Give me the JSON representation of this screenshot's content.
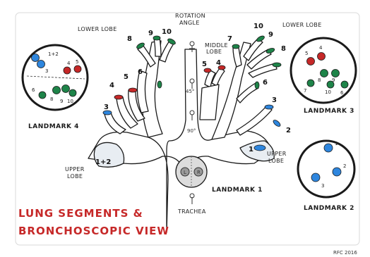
{
  "title": {
    "line1": "LUNG SEGMENTS &",
    "line2": "BRONCHOSCOPIC VIEW"
  },
  "labels": {
    "lower_lobe_left": "LOWER LOBE",
    "lower_lobe_right": "LOWER LOBE",
    "rotation": "ROTATION",
    "angle": "ANGLE",
    "middle": "MIDDLE",
    "lobe": "LOBE",
    "upper_left_1": "UPPER",
    "upper_left_2": "LOBE",
    "upper_right_1": "UPPER",
    "upper_right_2": "LOBE",
    "trachea": "TRACHEA",
    "deg45": "45°",
    "deg90": "90°",
    "signature": "RFC 2016"
  },
  "segments": {
    "s1": "1",
    "s2": "2",
    "s12": "1+2",
    "s3l": "3",
    "s4l": "4",
    "s5l": "5",
    "s6l": "6",
    "s8l": "8",
    "s9l": "9",
    "s10l": "10",
    "s3r": "3",
    "s4r": "4",
    "s5r": "5",
    "s6r": "6",
    "s7r": "7",
    "s8r": "8",
    "s9r": "9",
    "s10r": "10"
  },
  "trachea_labels": {
    "l": "L",
    "r": "R"
  },
  "landmarks": {
    "lm1": "LANDMARK 1",
    "lm2": "LANDMARK 2",
    "lm3": "LANDMARK 3",
    "lm4": "LANDMARK 4"
  },
  "circle4": {
    "a": "1+2",
    "b": "3",
    "c": "4",
    "d": "5",
    "e": "6",
    "f": "8",
    "g": "9",
    "h": "10"
  },
  "circle3": {
    "a": "5",
    "b": "4",
    "c": "7",
    "d": "8",
    "e": "9",
    "f": "10",
    "g": "6"
  },
  "circle2": {
    "a": "1",
    "b": "2",
    "c": "3"
  },
  "colors": {
    "green": "#1e8449",
    "red": "#c62828",
    "blue": "#2e86de",
    "outline": "#1a1a1a"
  }
}
